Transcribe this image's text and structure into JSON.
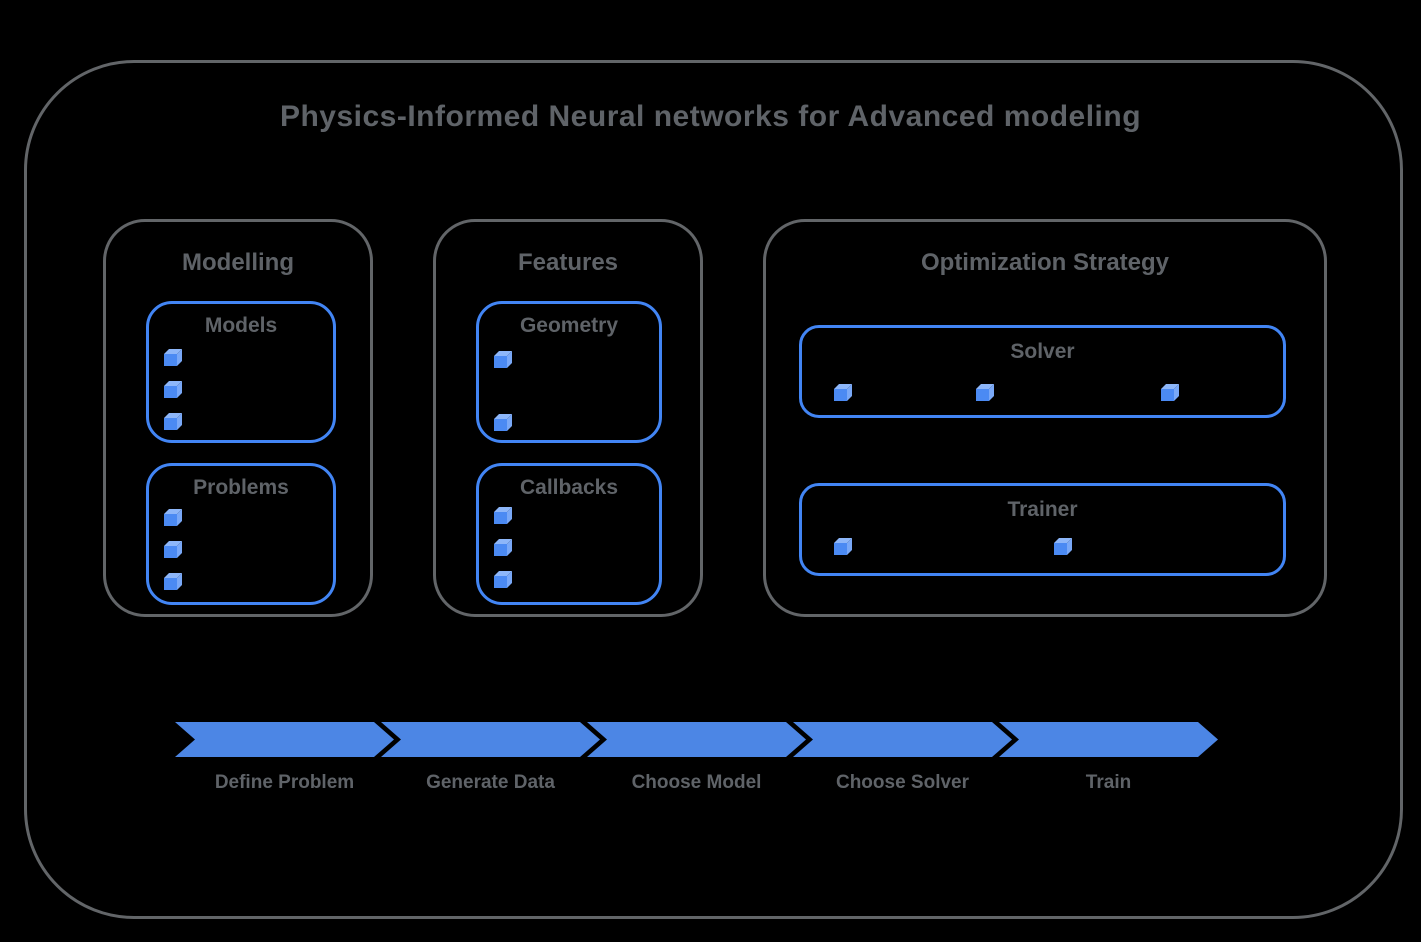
{
  "title": "Physics-Informed Neural networks for Advanced modeling",
  "sections": {
    "modelling": {
      "label": "Modelling",
      "boxes": {
        "models": {
          "label": "Models",
          "cube_count": 3
        },
        "problems": {
          "label": "Problems",
          "cube_count": 3
        }
      }
    },
    "features": {
      "label": "Features",
      "boxes": {
        "geometry": {
          "label": "Geometry",
          "cube_count": 2
        },
        "callbacks": {
          "label": "Callbacks",
          "cube_count": 3
        }
      }
    },
    "optimization": {
      "label": "Optimization Strategy",
      "boxes": {
        "solver": {
          "label": "Solver",
          "cube_count": 3
        },
        "trainer": {
          "label": "Trainer",
          "cube_count": 2
        }
      }
    }
  },
  "pipeline": {
    "steps": [
      {
        "label": "Define Problem"
      },
      {
        "label": "Generate Data"
      },
      {
        "label": "Choose Model"
      },
      {
        "label": "Choose Solver"
      },
      {
        "label": "Train"
      }
    ]
  },
  "colors": {
    "text_gray": "#5f6368",
    "frame_gray": "#626568",
    "accent_blue": "#4285f4",
    "arrow_blue": "#4c86e5",
    "cube_front": "#4b8af3",
    "cube_top": "#8db6f9",
    "cube_side": "#79a8f7"
  }
}
